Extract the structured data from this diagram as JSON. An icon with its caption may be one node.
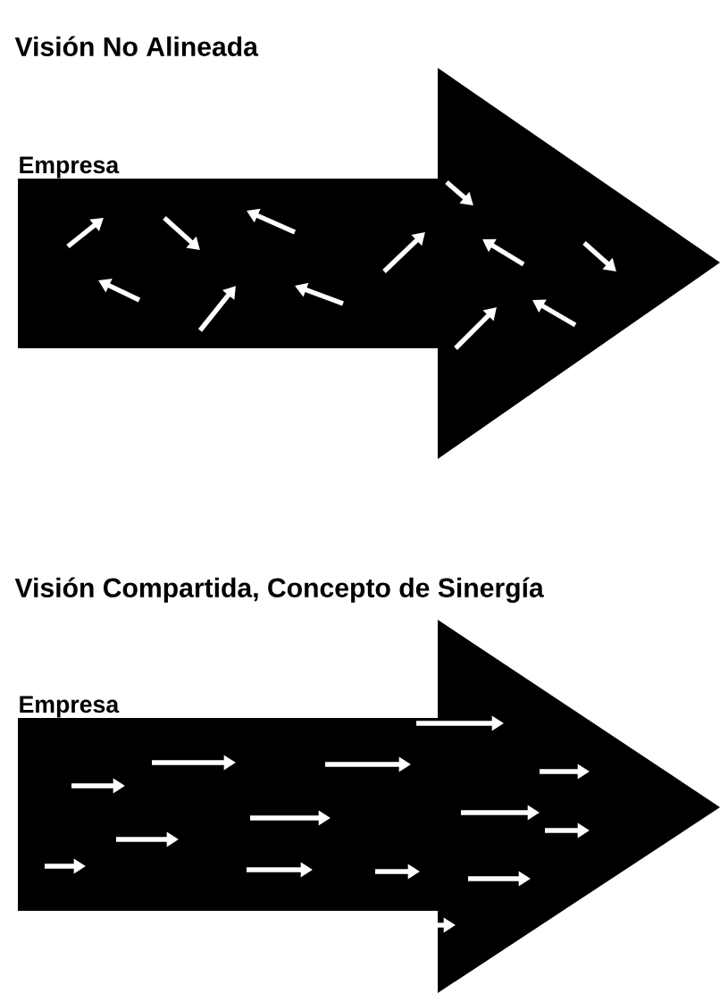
{
  "diagram": {
    "nodes": [
      {
        "text": [
          "Empresa"
        ]
      },
      {
        "text": [
          "Empresa"
        ]
      }
    ],
    "labels": [
      "Visión No Alineada",
      "Visión Compartida, Concepto de Sinergía"
    ]
  }
}
